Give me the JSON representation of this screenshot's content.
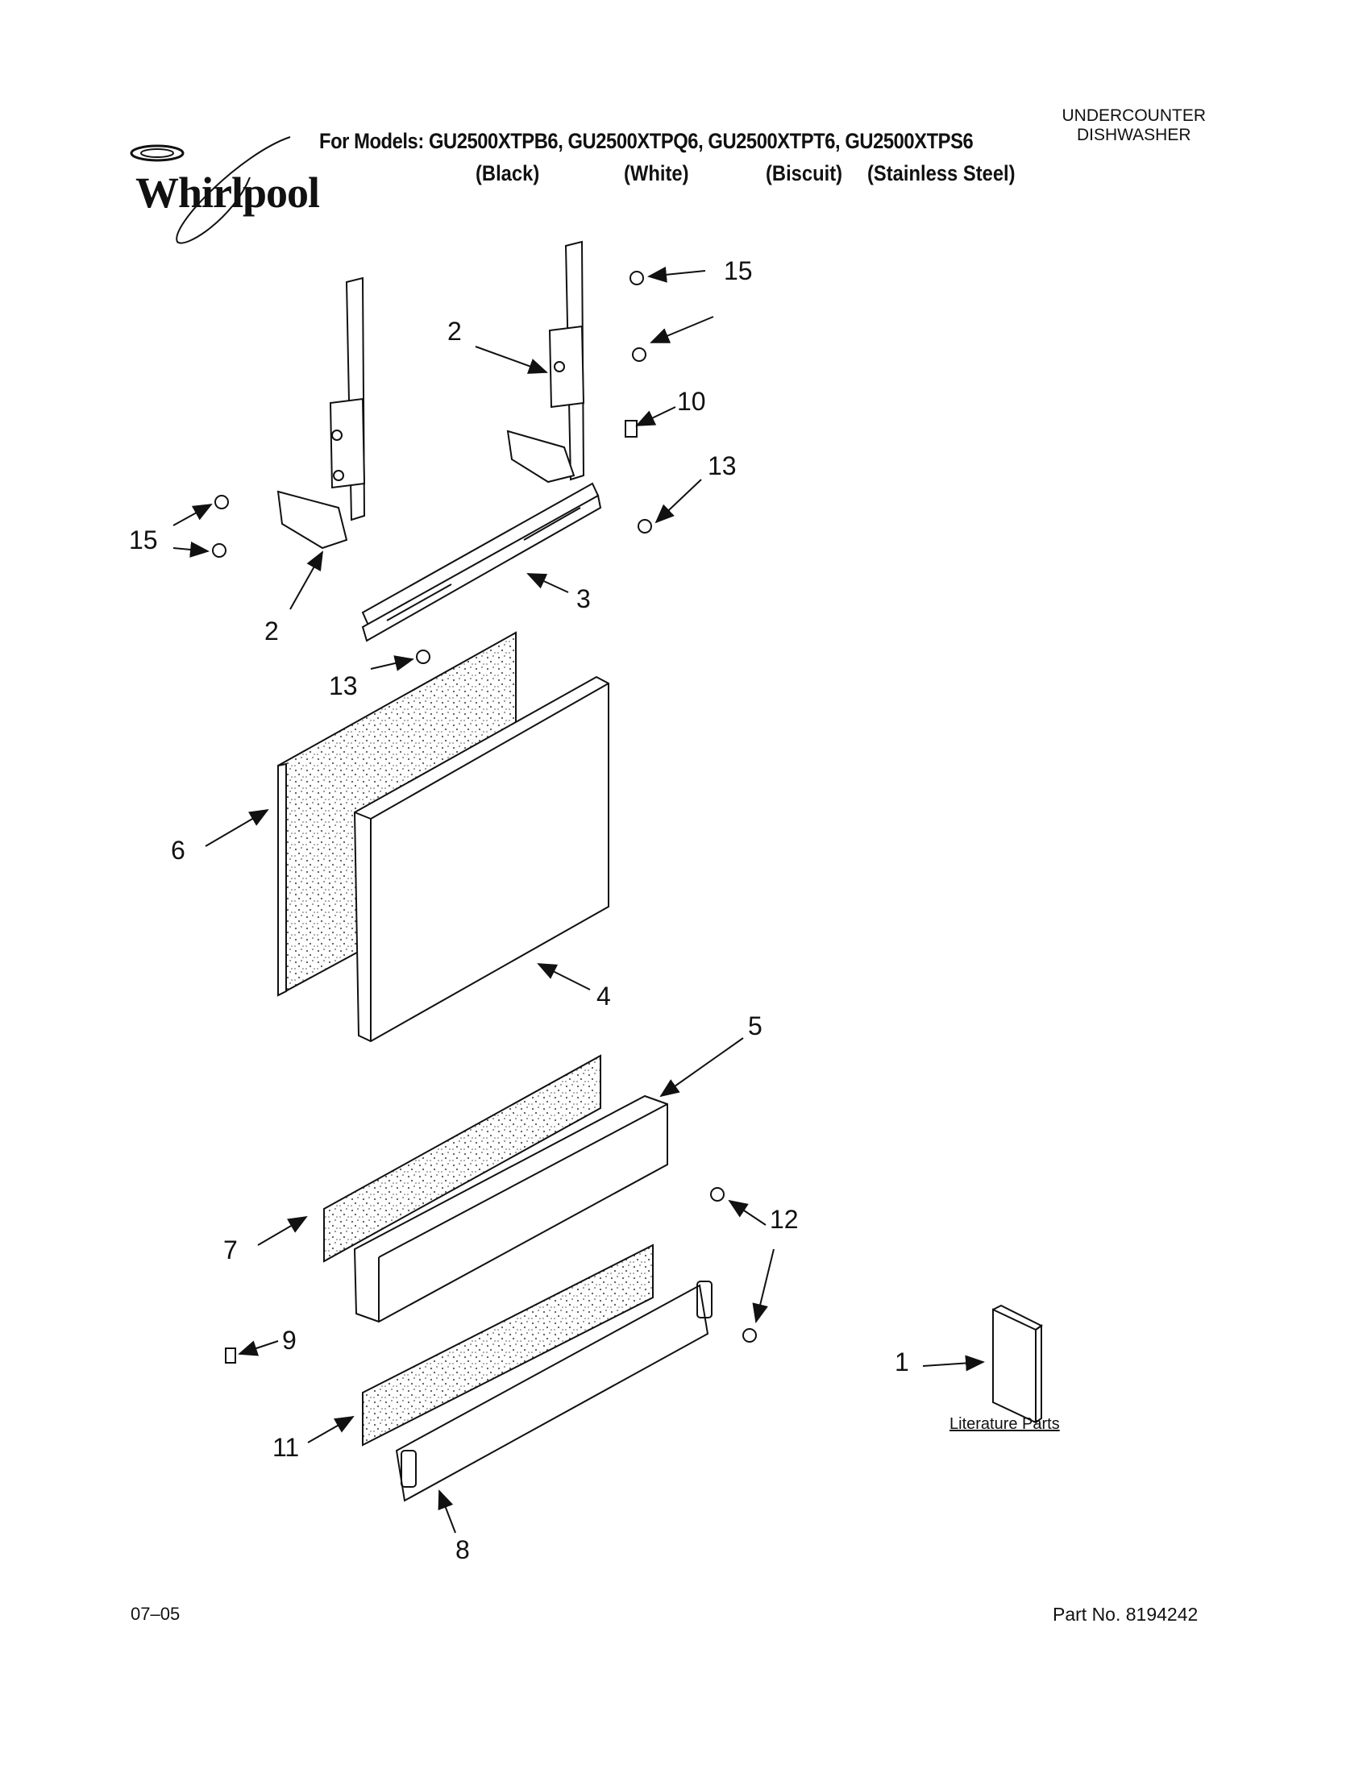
{
  "header": {
    "models_line": "For Models: GU2500XTPB6, GU2500XTPQ6, GU2500XTPT6, GU2500XTPS6",
    "colors": [
      "(Black)",
      "(White)",
      "(Biscuit)",
      "(Stainless Steel)"
    ],
    "product_type_line1": "UNDERCOUNTER",
    "product_type_line2": "DISHWASHER",
    "logo_text": "Whirlpool"
  },
  "callouts": {
    "c15a": "15",
    "c2a": "2",
    "c10": "10",
    "c13a": "13",
    "c15b": "15",
    "c2b": "2",
    "c3": "3",
    "c13b": "13",
    "c6": "6",
    "c4": "4",
    "c5": "5",
    "c7": "7",
    "c12": "12",
    "c9": "9",
    "c11": "11",
    "c1": "1",
    "c8": "8"
  },
  "literature_label": "Literature Parts",
  "footer": {
    "date": "07–05",
    "part_number": "Part No. 8194242"
  },
  "colors": {
    "line": "#111111",
    "speckle": "#555555"
  }
}
